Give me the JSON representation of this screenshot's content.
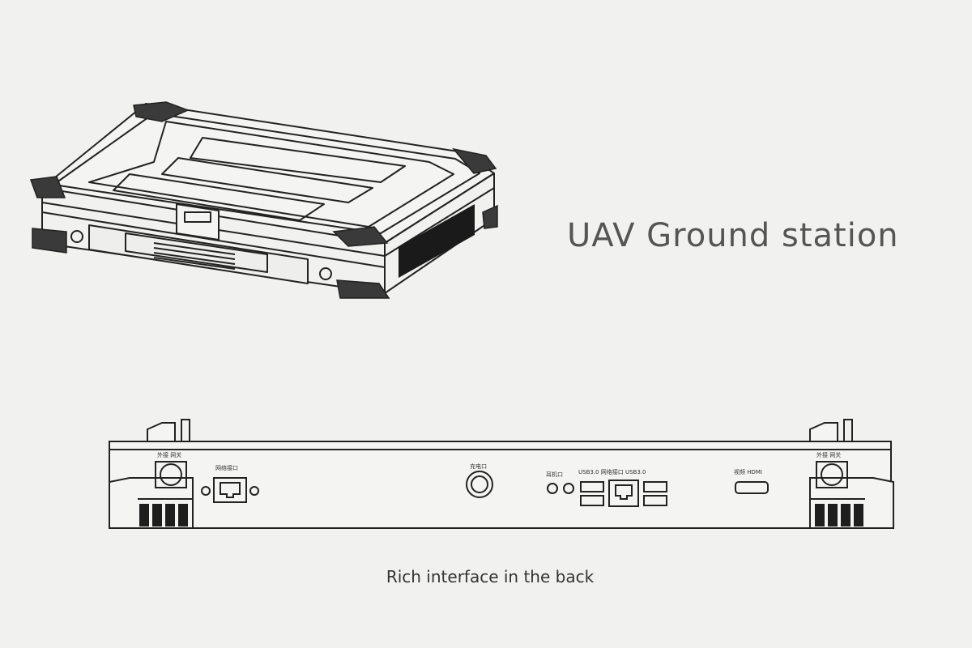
{
  "title": "UAV  Ground station",
  "caption": "Rich interface in the back",
  "back_panel": {
    "port_labels": [
      "外接 网关",
      "网络接口",
      "充电口",
      "耳机口",
      "USB3.0 网络接口 USB3.0",
      "视频 HDMI",
      "外接 网关"
    ]
  },
  "colors": {
    "background": "#f1f1ef",
    "line": "#222222",
    "title_text": "#555555",
    "caption_text": "#333333"
  }
}
